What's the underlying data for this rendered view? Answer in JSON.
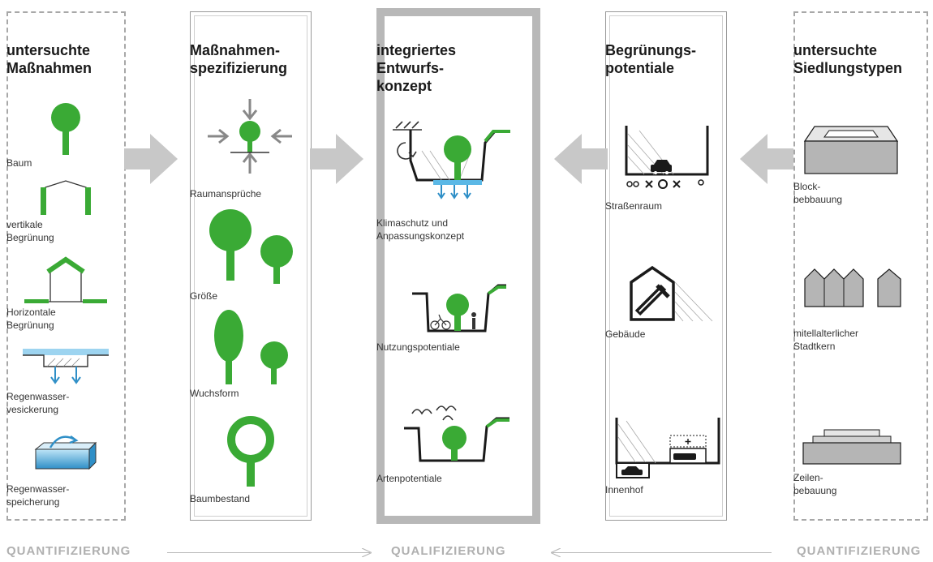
{
  "columns": {
    "c1": {
      "title": [
        "untersuchte",
        "Maßnahmen"
      ],
      "items": [
        {
          "label": [
            "Baum"
          ]
        },
        {
          "label": [
            "vertikale",
            "Begrünung"
          ]
        },
        {
          "label": [
            "Horizontale",
            "Begrünung"
          ]
        },
        {
          "label": [
            "Regenwasser-",
            "vesickerung"
          ]
        },
        {
          "label": [
            "Regenwasser-",
            "speicherung"
          ]
        }
      ]
    },
    "c2": {
      "title": [
        "Maßnahmen-",
        "spezifizierung"
      ],
      "items": [
        {
          "label": [
            "Raumansprüche"
          ]
        },
        {
          "label": [
            "Größe"
          ]
        },
        {
          "label": [
            "Wuchsform"
          ]
        },
        {
          "label": [
            "Baumbestand"
          ]
        }
      ]
    },
    "c3": {
      "title": [
        "integriertes",
        "Entwurfs-",
        "konzept"
      ],
      "items": [
        {
          "label": [
            "Klimaschutz und",
            "Anpassungskonzept"
          ]
        },
        {
          "label": [
            "Nutzungspotentiale"
          ]
        },
        {
          "label": [
            "Artenpotentiale"
          ]
        }
      ]
    },
    "c4": {
      "title": [
        "Begrünungs-",
        "potentiale"
      ],
      "items": [
        {
          "label": [
            "Straßenraum"
          ]
        },
        {
          "label": [
            "Gebäude"
          ]
        },
        {
          "label": [
            "Innenhof"
          ]
        }
      ]
    },
    "c5": {
      "title": [
        "untersuchte",
        "Siedlungstypen"
      ],
      "items": [
        {
          "label": [
            "Block-",
            "bebbauung"
          ]
        },
        {
          "label": [
            "mitellalterlicher",
            "Stadtkern"
          ]
        },
        {
          "label": [
            "Zeilen-",
            "bebauung"
          ]
        }
      ]
    }
  },
  "footer": {
    "left": "QUANTIFIZIERUNG",
    "center": "QUALIFIZIERUNG",
    "right": "QUANTIFIZIERUNG"
  },
  "colors": {
    "green": "#3aaa35",
    "blue": "#5bb8e6",
    "gray_arrow": "#c8c8c8",
    "frame": "#b8b8b8"
  },
  "icons": [
    "tree-icon",
    "vertical-greening-icon",
    "roof-greening-icon",
    "rain-infiltration-icon",
    "rain-storage-icon",
    "space-demand-icon",
    "size-icon",
    "growth-form-icon",
    "tree-stock-icon",
    "climate-concept-icon",
    "usage-potential-icon",
    "species-potential-icon",
    "street-space-icon",
    "building-icon",
    "courtyard-icon",
    "block-building-icon",
    "medieval-town-icon",
    "row-building-icon"
  ]
}
